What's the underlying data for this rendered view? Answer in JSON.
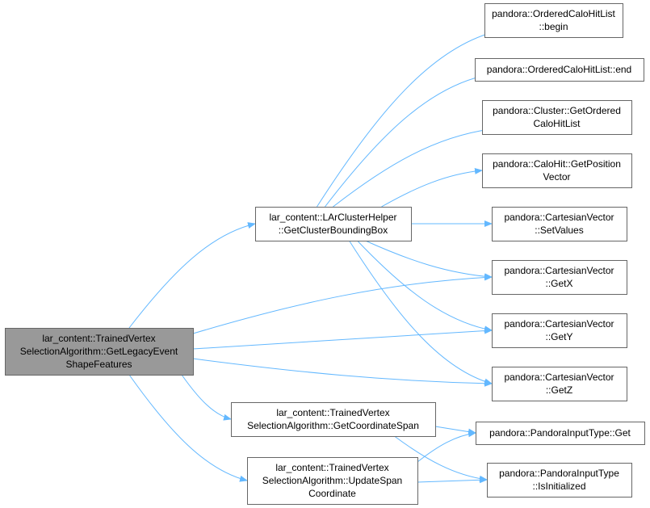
{
  "colors": {
    "edge": "#63b8ff",
    "node_border": "#666666",
    "node_fill": "#ffffff",
    "root_fill": "#999999",
    "text": "#000000"
  },
  "nodes": [
    {
      "id": "root",
      "lines": [
        "lar_content::TrainedVertex",
        "SelectionAlgorithm::GetLegacyEvent",
        "ShapeFeatures"
      ],
      "root": true
    },
    {
      "id": "getClusterBoundingBox",
      "lines": [
        "lar_content::LArClusterHelper",
        "::GetClusterBoundingBox"
      ]
    },
    {
      "id": "getCoordinateSpan",
      "lines": [
        "lar_content::TrainedVertex",
        "SelectionAlgorithm::GetCoordinateSpan"
      ]
    },
    {
      "id": "updateSpanCoordinate",
      "lines": [
        "lar_content::TrainedVertex",
        "SelectionAlgorithm::UpdateSpan",
        "Coordinate"
      ]
    },
    {
      "id": "orderedBegin",
      "lines": [
        "pandora::OrderedCaloHitList",
        "::begin"
      ]
    },
    {
      "id": "orderedEnd",
      "lines": [
        "pandora::OrderedCaloHitList::end"
      ]
    },
    {
      "id": "clusterGetOrdered",
      "lines": [
        "pandora::Cluster::GetOrdered",
        "CaloHitList"
      ]
    },
    {
      "id": "caloHitGetPosition",
      "lines": [
        "pandora::CaloHit::GetPosition",
        "Vector"
      ]
    },
    {
      "id": "setValues",
      "lines": [
        "pandora::CartesianVector",
        "::SetValues"
      ]
    },
    {
      "id": "getX",
      "lines": [
        "pandora::CartesianVector",
        "::GetX"
      ]
    },
    {
      "id": "getY",
      "lines": [
        "pandora::CartesianVector",
        "::GetY"
      ]
    },
    {
      "id": "getZ",
      "lines": [
        "pandora::CartesianVector",
        "::GetZ"
      ]
    },
    {
      "id": "inputGet",
      "lines": [
        "pandora::PandoraInputType::Get"
      ]
    },
    {
      "id": "inputIsInitialized",
      "lines": [
        "pandora::PandoraInputType",
        "::IsInitialized"
      ]
    }
  ],
  "edges": [
    [
      "root",
      "getClusterBoundingBox"
    ],
    [
      "root",
      "getX"
    ],
    [
      "root",
      "getY"
    ],
    [
      "root",
      "getZ"
    ],
    [
      "root",
      "getCoordinateSpan"
    ],
    [
      "root",
      "updateSpanCoordinate"
    ],
    [
      "getClusterBoundingBox",
      "orderedBegin"
    ],
    [
      "getClusterBoundingBox",
      "orderedEnd"
    ],
    [
      "getClusterBoundingBox",
      "clusterGetOrdered"
    ],
    [
      "getClusterBoundingBox",
      "caloHitGetPosition"
    ],
    [
      "getClusterBoundingBox",
      "setValues"
    ],
    [
      "getClusterBoundingBox",
      "getX"
    ],
    [
      "getClusterBoundingBox",
      "getY"
    ],
    [
      "getClusterBoundingBox",
      "getZ"
    ],
    [
      "getCoordinateSpan",
      "inputGet"
    ],
    [
      "getCoordinateSpan",
      "inputIsInitialized"
    ],
    [
      "updateSpanCoordinate",
      "inputGet"
    ],
    [
      "updateSpanCoordinate",
      "inputIsInitialized"
    ]
  ]
}
